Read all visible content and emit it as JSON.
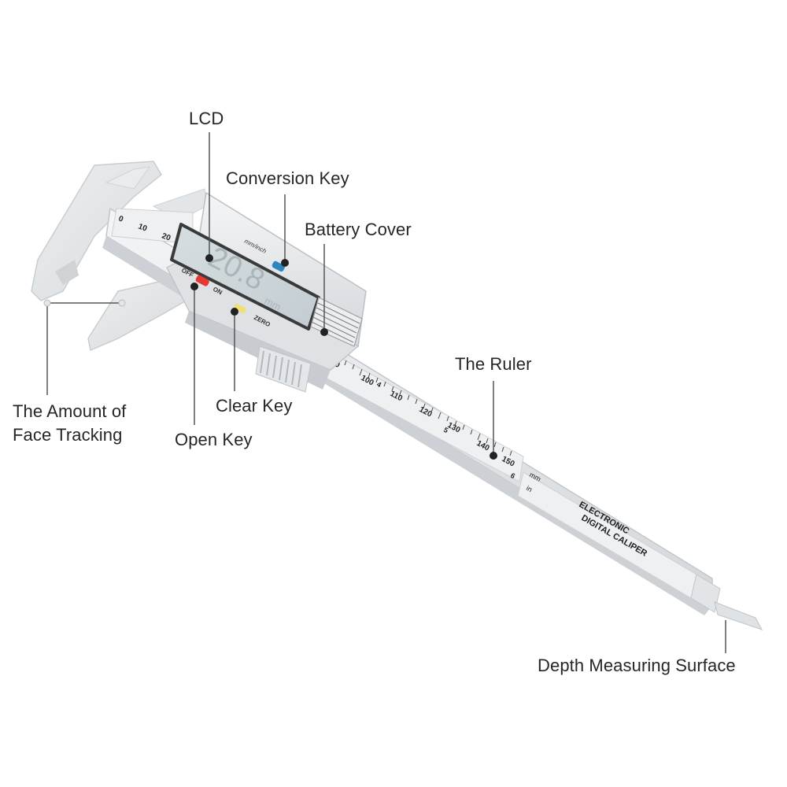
{
  "diagram": {
    "subject": "Electronic Digital Caliper",
    "background": "#ffffff",
    "line_color": "#555555",
    "dot_color": "#222222",
    "colors": {
      "body": "#e6e8ea",
      "body_shadow": "#c9cdd1",
      "lcd_frame": "#3a3a3a",
      "lcd_screen": "#c9d3d6",
      "conversion_key": "#2e86c1",
      "on_off_key": "#e53935",
      "zero_key": "#f1df7a"
    }
  },
  "callouts": {
    "lcd": "LCD",
    "conversion_key": "Conversion Key",
    "battery_cover": "Battery Cover",
    "ruler": "The Ruler",
    "face_tracking_line1": "The Amount of",
    "face_tracking_line2": "Face Tracking",
    "clear_key": "Clear Key",
    "open_key": "Open Key",
    "depth_surface": "Depth Measuring Surface"
  },
  "device": {
    "lcd_reading": "20.8",
    "lcd_unit": "mm",
    "button_labels": {
      "conversion": "mm/inch",
      "off": "OFF",
      "on": "ON",
      "zero": "ZERO"
    },
    "brand_line1": "ELECTRONIC",
    "brand_line2": "DIGITAL CALIPER",
    "scale_unit_mm": "mm",
    "scale_unit_in": "in",
    "jaw_scale": [
      "0",
      "10",
      "20"
    ],
    "ruler_scale": [
      "90",
      "100",
      "110",
      "120",
      "130",
      "140",
      "150"
    ],
    "inch_scale": [
      "4",
      "5",
      "6"
    ]
  }
}
